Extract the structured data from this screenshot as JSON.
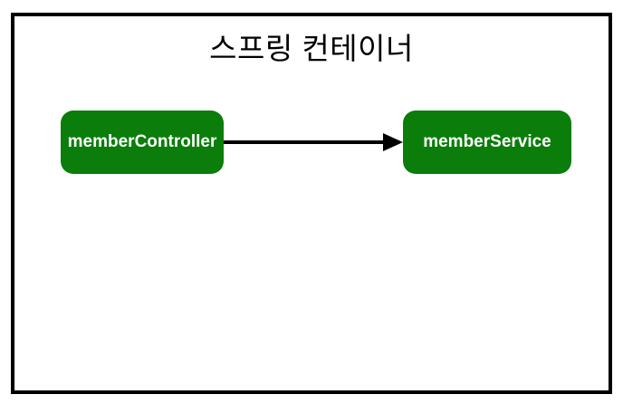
{
  "diagram": {
    "title": "스프링 컨테이너",
    "nodes": [
      {
        "label": "memberController"
      },
      {
        "label": "memberService"
      }
    ],
    "edge": {
      "from": "memberController",
      "to": "memberService",
      "direction": "right",
      "style": "solid-arrow"
    },
    "colors": {
      "node_background": "#0a7d0a",
      "node_text": "#ffffff",
      "container_border": "#000000",
      "arrow": "#000000",
      "title_text": "#000000",
      "page_background": "#ffffff"
    }
  }
}
